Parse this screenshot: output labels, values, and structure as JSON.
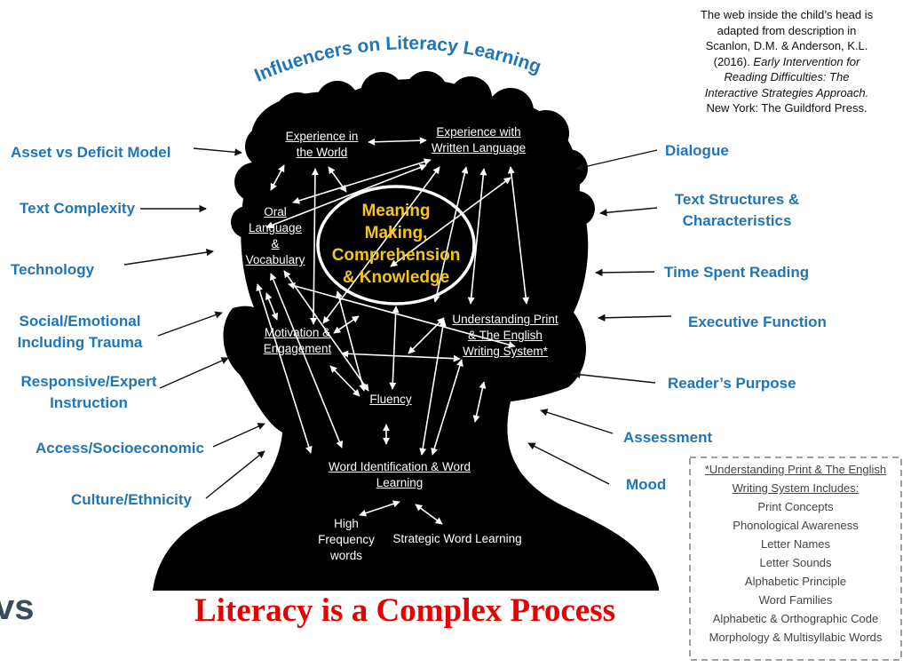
{
  "arc_title": "Influencers on Literacy Learning",
  "citation": {
    "line1": "The web inside the child’s head is",
    "line2": "adapted from description in",
    "line3": "Scanlon, D.M. & Anderson, K.L.",
    "line4": "(2016). ",
    "line4_italic": "Early Intervention for",
    "line5": "Reading Difficulties: The",
    "line6": "Interactive Strategies Approach.",
    "line7": "New York: The Guildford Press."
  },
  "left_influencers": [
    {
      "lines": [
        "Asset vs Deficit Model"
      ]
    },
    {
      "lines": [
        "Text Complexity"
      ]
    },
    {
      "lines": [
        "Technology"
      ]
    },
    {
      "lines": [
        "Social/Emotional",
        "Including Trauma"
      ]
    },
    {
      "lines": [
        "Responsive/Expert",
        "Instruction"
      ]
    },
    {
      "lines": [
        "Access/Socioeconomic"
      ]
    },
    {
      "lines": [
        "Culture/Ethnicity"
      ]
    }
  ],
  "right_influencers": [
    {
      "lines": [
        "Dialogue"
      ]
    },
    {
      "lines": [
        "Text Structures &",
        "Characteristics"
      ]
    },
    {
      "lines": [
        "Time Spent Reading"
      ]
    },
    {
      "lines": [
        "Executive Function"
      ]
    },
    {
      "lines": [
        "Reader’s Purpose"
      ]
    },
    {
      "lines": [
        "Assessment"
      ]
    },
    {
      "lines": [
        "Mood"
      ]
    }
  ],
  "web_nodes": {
    "experience_world": [
      "Experience in",
      "the World"
    ],
    "experience_written": [
      "Experience with",
      "Written Language"
    ],
    "oral_language": [
      "Oral",
      "Language",
      "&",
      "Vocabulary"
    ],
    "motivation": [
      "Motivation &",
      "Engagement"
    ],
    "understanding_print": [
      "Understanding Print",
      "& The English",
      "Writing System*"
    ],
    "fluency": [
      "Fluency"
    ],
    "word_identification": [
      "Word Identification & Word",
      "Learning"
    ],
    "high_frequency": [
      "High",
      "Frequency",
      "words"
    ],
    "strategic_word": [
      "Strategic Word Learning"
    ]
  },
  "center": [
    "Meaning",
    "Making,",
    "Comprehension",
    "& Knowledge"
  ],
  "footnote": {
    "heading": "*Understanding Print & The English",
    "subheading": "Writing System Includes:",
    "items": [
      "Print Concepts",
      "Phonological Awareness",
      "Letter Names",
      "Letter Sounds",
      "Alphabetic Principle",
      "Word Families",
      "Alphabetic & Orthographic Code",
      "Morphology & Multisyllabic Words"
    ]
  },
  "bottom_title": "Literacy is a Complex Process",
  "corner_fragment": "vs",
  "colors": {
    "influencer_blue": "#1f75b6",
    "core_yellow": "#f5c518",
    "title_red": "#e60000",
    "silhouette": "#000000"
  }
}
